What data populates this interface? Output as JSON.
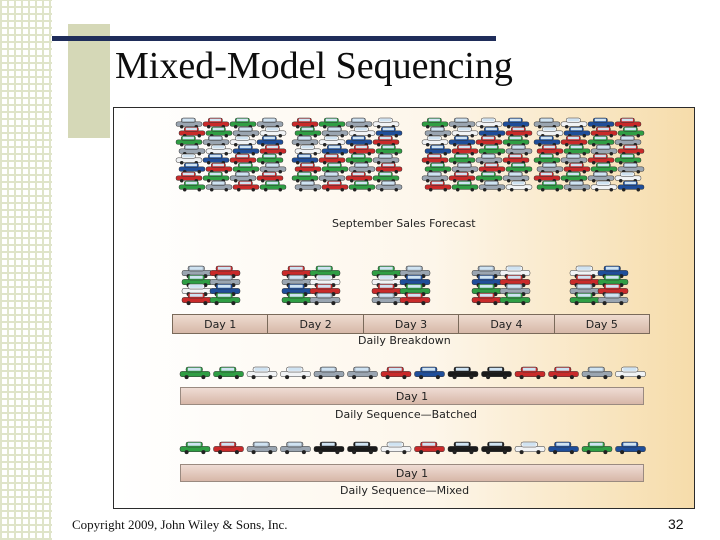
{
  "slide": {
    "title": "Mixed-Model Sequencing",
    "footer_copyright": "Copyright 2009, John Wiley & Sons, Inc.",
    "page_number": "32"
  },
  "diagram": {
    "forecast_label": "September Sales Forecast",
    "days": [
      "Day 1",
      "Day 2",
      "Day 3",
      "Day 4",
      "Day 5"
    ],
    "daily_breakdown_label": "Daily Breakdown",
    "batched": {
      "bar_label": "Day 1",
      "caption": "Daily Sequence—Batched"
    },
    "mixed": {
      "bar_label": "Day 1",
      "caption": "Daily Sequence—Mixed"
    },
    "colors": {
      "green": "#2f9e44",
      "red": "#c92a2a",
      "white": "#f1f3f5",
      "blue": "#1f4e9a",
      "black": "#1a1a1a",
      "gray": "#9aa5b1"
    },
    "batched_sequence": [
      "green",
      "green",
      "white",
      "white",
      "gray",
      "gray",
      "red",
      "blue",
      "black",
      "black",
      "red",
      "red",
      "gray",
      "white"
    ],
    "mixed_sequence": [
      "green",
      "red",
      "gray",
      "gray",
      "black",
      "black",
      "white",
      "red",
      "black",
      "black",
      "white",
      "blue",
      "green",
      "blue"
    ],
    "stack_rows": [
      "gray",
      "red",
      "green",
      "gray",
      "white",
      "blue",
      "red",
      "green"
    ]
  }
}
